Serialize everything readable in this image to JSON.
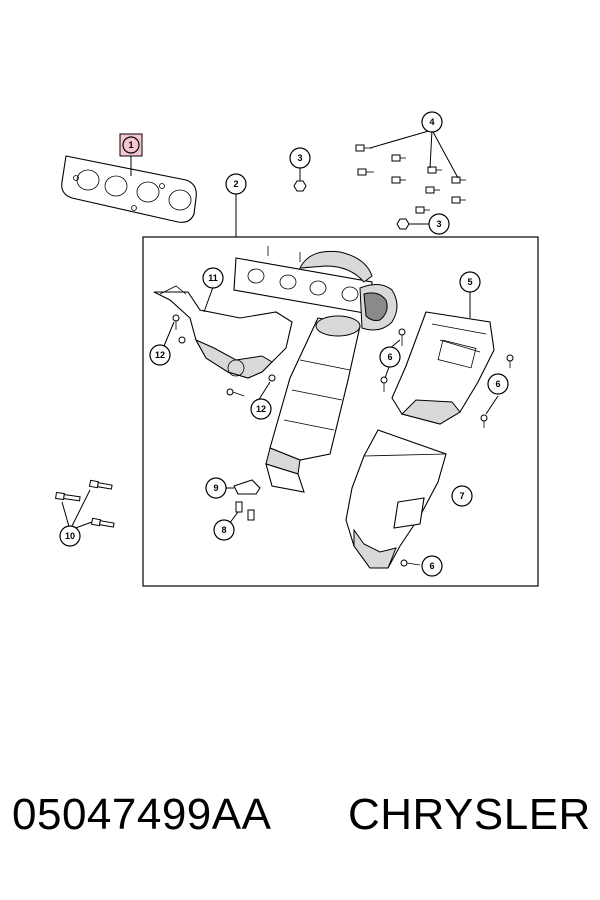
{
  "callouts": {
    "c1": "1",
    "c2": "2",
    "c3a": "3",
    "c3b": "3",
    "c4": "4",
    "c5": "5",
    "c6a": "6",
    "c6b": "6",
    "c6c": "6",
    "c7": "7",
    "c8": "8",
    "c9": "9",
    "c10": "10",
    "c11": "11",
    "c12a": "12",
    "c12b": "12"
  },
  "highlight_color": "#f4c7d0",
  "footer": {
    "part_number": "05047499AA",
    "brand": "CHRYSLER"
  }
}
